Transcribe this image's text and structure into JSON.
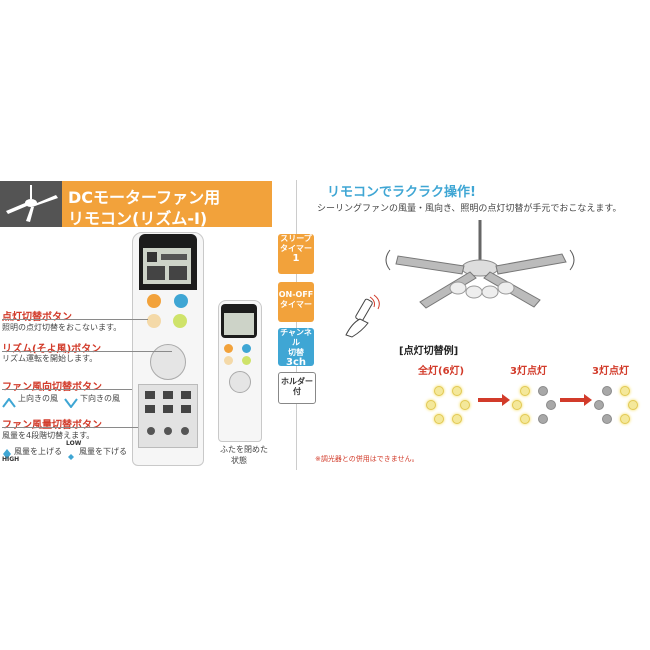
{
  "header": {
    "title_line1": "DCモーターファン用",
    "title_line2": "リモコン(リズム-I)"
  },
  "features": [
    {
      "label": "点灯切替ボタン",
      "desc": "照明の点灯切替をおこないます。"
    },
    {
      "label": "リズム(そよ風)ボタン",
      "desc": "リズム運転を開始します。"
    },
    {
      "label": "ファン風向切替ボタン",
      "desc_a": "上向きの風",
      "desc_b": "下向きの風"
    },
    {
      "label": "ファン風量切替ボタン",
      "desc": "風量を4段階切替えます。",
      "desc_up": "風量を上げる",
      "desc_down": "風量を下げる"
    }
  ],
  "icon_labels": {
    "high": "HIGH",
    "low": "LOW"
  },
  "remote_small_caption_line1": "ふたを閉めた",
  "remote_small_caption_line2": "状態",
  "badges": {
    "sleep_line1": "スリープ",
    "sleep_line2": "タイマー",
    "sleep_value": "1",
    "onoff_line1": "ON-OFF",
    "onoff_line2": "タイマー",
    "ch_line1": "チャンネル",
    "ch_line2": "切替",
    "ch_value": "3ch",
    "holder_line1": "ホルダー",
    "holder_line2": "付"
  },
  "right": {
    "title": "リモコンでラクラク操作!",
    "desc": "シーリングファンの風量・風向き、照明の点灯切替が手元でおこなえます。",
    "lighting_title": "[点灯切替例]",
    "patterns": [
      "全灯(6灯)",
      "3灯点灯",
      "3灯点灯"
    ],
    "note": "※調光器との併用はできません。"
  },
  "bulb_states": [
    [
      true,
      true,
      true,
      true,
      true,
      true
    ],
    [
      true,
      false,
      true,
      false,
      true,
      false
    ],
    [
      false,
      true,
      false,
      true,
      false,
      true
    ]
  ],
  "colors": {
    "orange": "#f2a23b",
    "blue": "#3fa6d4",
    "red": "#d23b2a"
  }
}
